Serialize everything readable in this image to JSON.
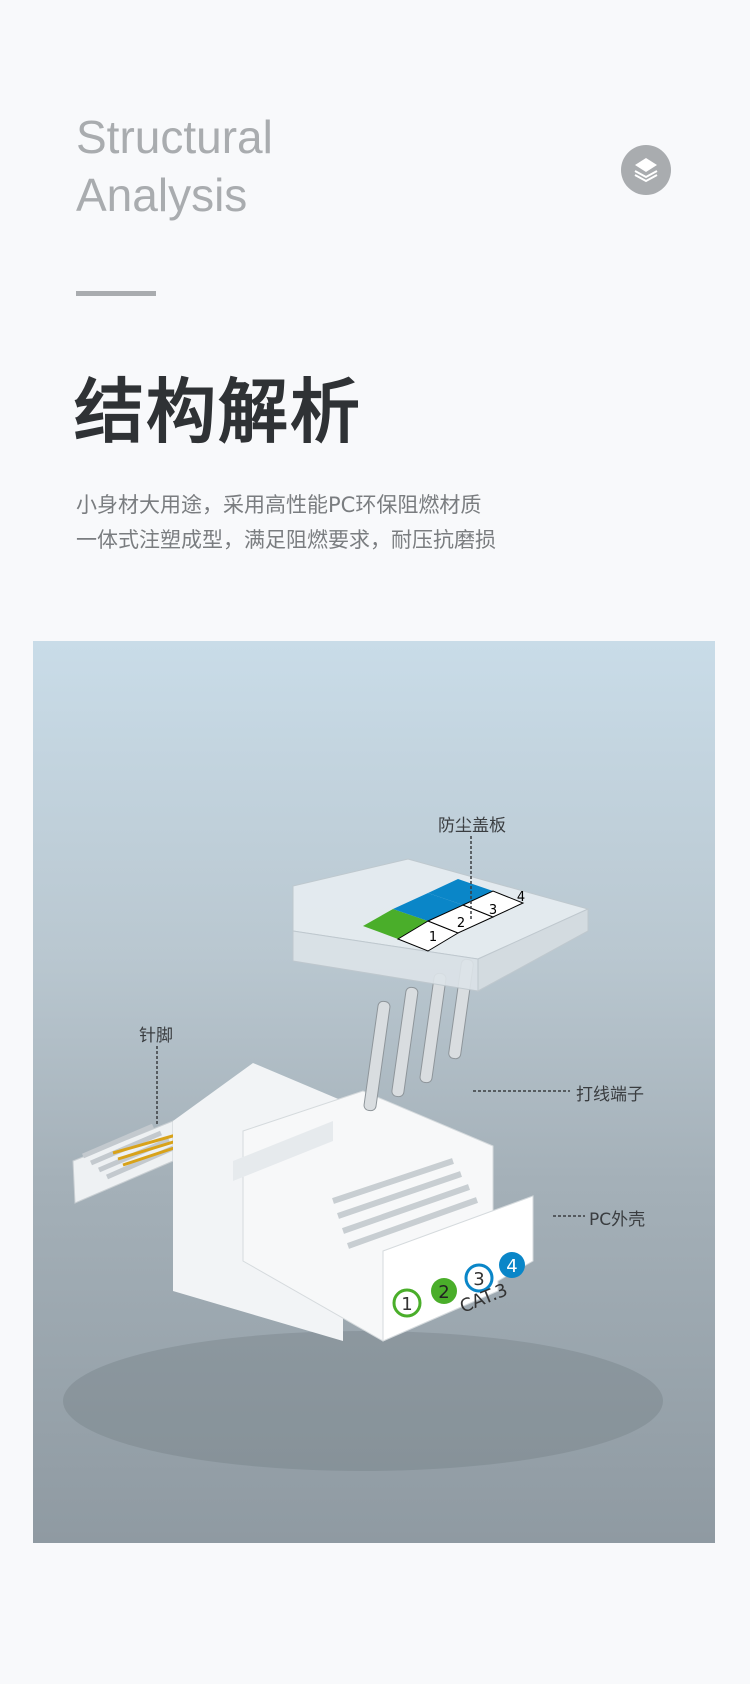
{
  "header": {
    "title_en_line1": "Structural",
    "title_en_line2": "Analysis",
    "title_cn": "结构解析",
    "icon": "layers-icon"
  },
  "description": [
    "小身材大用途，采用高性能PC环保阻燃材质",
    "一体式注塑成型，满足阻燃要求，耐压抗磨损"
  ],
  "diagram": {
    "labels": {
      "dust_cover": "防尘盖板",
      "pins": "针脚",
      "terminals": "打线端子",
      "housing": "PC外壳"
    },
    "cover_numbers": [
      "1",
      "2",
      "3",
      "4"
    ],
    "port_numbers": [
      "1",
      "2",
      "3",
      "4"
    ],
    "port_model": "CAT.3",
    "colors": {
      "green": "#4aae2a",
      "blue": "#0a86c8"
    }
  }
}
